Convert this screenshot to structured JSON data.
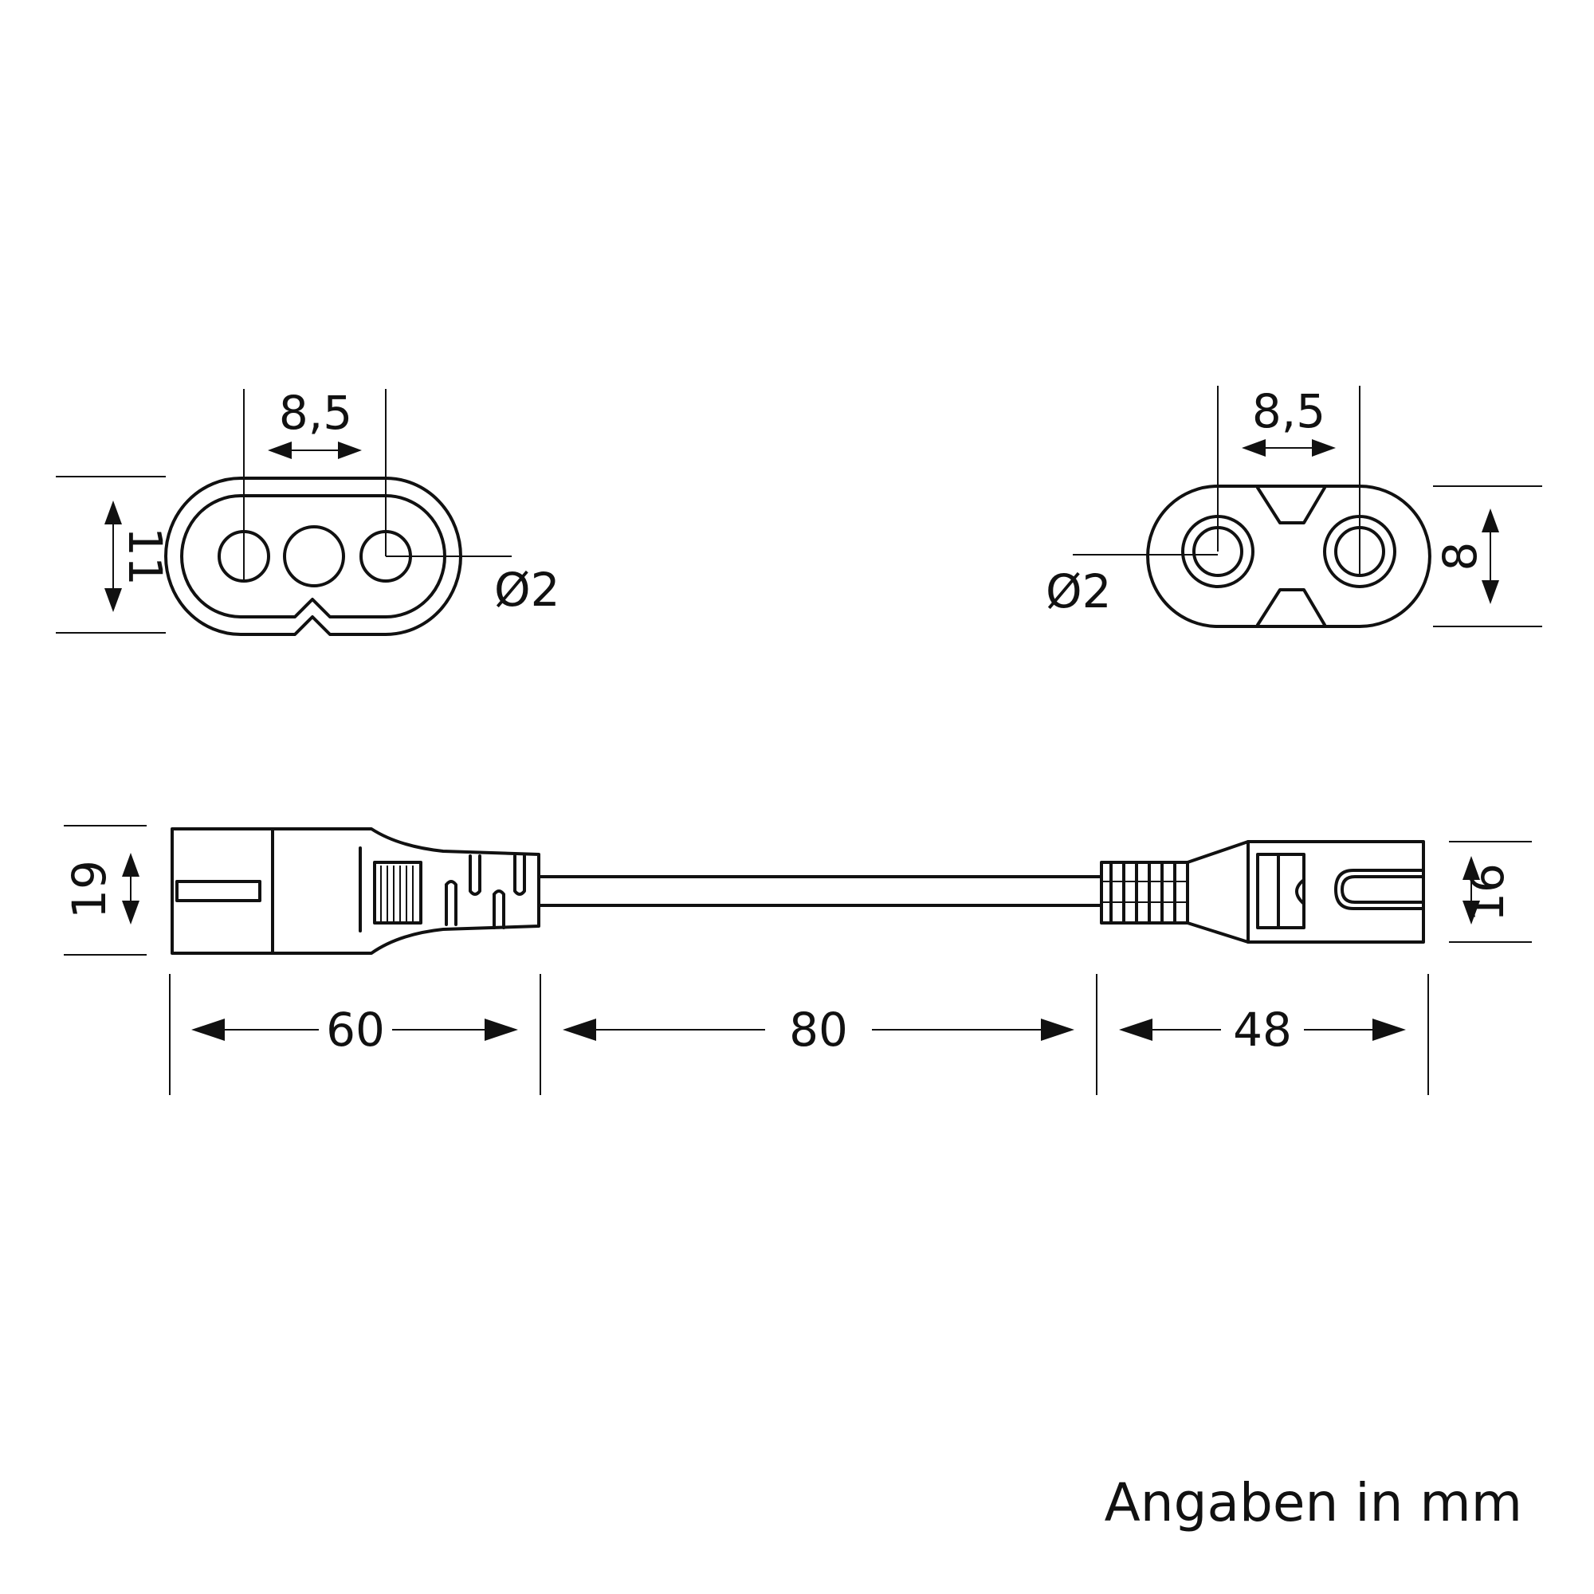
{
  "front_view_left": {
    "pin_spacing": "8,5",
    "height": "11",
    "pin_diameter": "Ø2"
  },
  "front_view_right": {
    "pin_spacing": "8,5",
    "height": "8",
    "pin_diameter": "Ø2"
  },
  "side_view": {
    "left_height": "19",
    "right_height": "16",
    "lengths": [
      "60",
      "80",
      "48"
    ]
  },
  "note": "Angaben in mm",
  "colors": {
    "line": "#111111",
    "background": "#ffffff"
  }
}
